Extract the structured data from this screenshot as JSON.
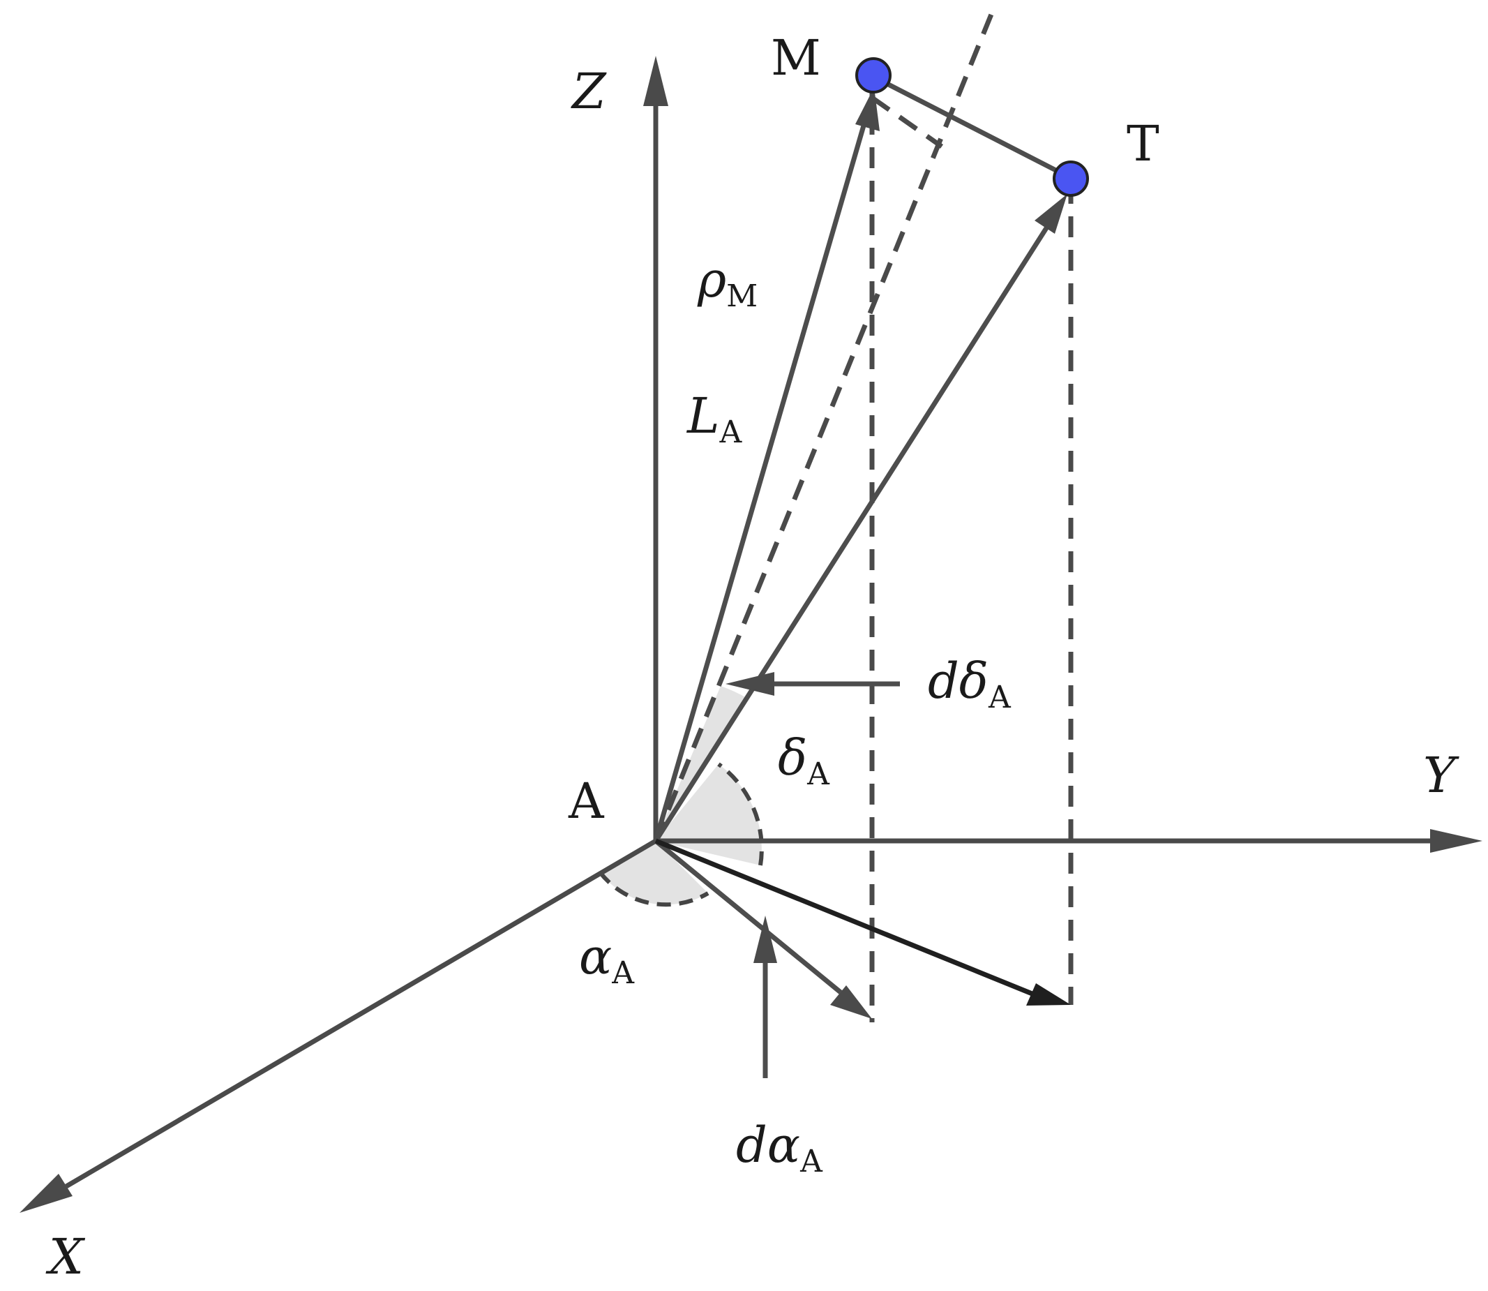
{
  "points": {
    "origin": "A",
    "m": "M",
    "t": "T"
  },
  "axes": {
    "x": "X",
    "y": "Y",
    "z": "Z"
  },
  "labels": {
    "rho_m": {
      "base": "ρ",
      "sub": "M"
    },
    "l_a": {
      "base": "L",
      "sub": "A"
    },
    "d_delta_a": {
      "base": "dδ",
      "sub": "A"
    },
    "delta_a": {
      "base": "δ",
      "sub": "A"
    },
    "alpha_a": {
      "base": "α",
      "sub": "A"
    },
    "d_alpha_a": {
      "base": "dα",
      "sub": "A"
    }
  },
  "colors": {
    "point_fill": "#4a55f2",
    "line": "#4a4a4a",
    "sector": "#e3e3e3"
  }
}
